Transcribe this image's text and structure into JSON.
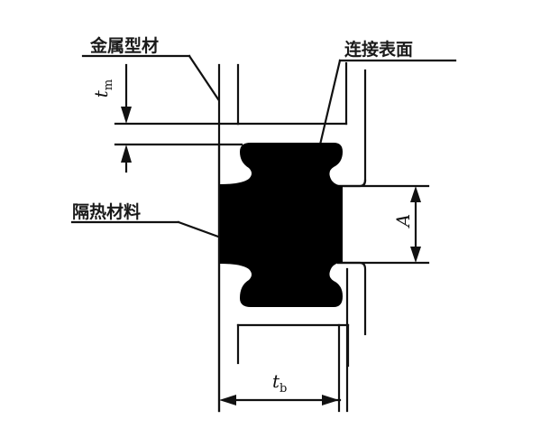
{
  "diagram": {
    "type": "cross-section",
    "subject": "thermal break profile (insulating strip between metal sections)",
    "labels": {
      "metal_profile": "金属型材",
      "connection_surface": "连接表面",
      "insulation_material": "隔热材料"
    },
    "dimensions": {
      "tm": {
        "symbol": "t",
        "subscript": "m"
      },
      "tb": {
        "symbol": "t",
        "subscript": "b"
      },
      "A": {
        "symbol": "A"
      }
    },
    "colors": {
      "line": "#111111",
      "insulation_fill": "#000000",
      "background": "#ffffff"
    }
  }
}
